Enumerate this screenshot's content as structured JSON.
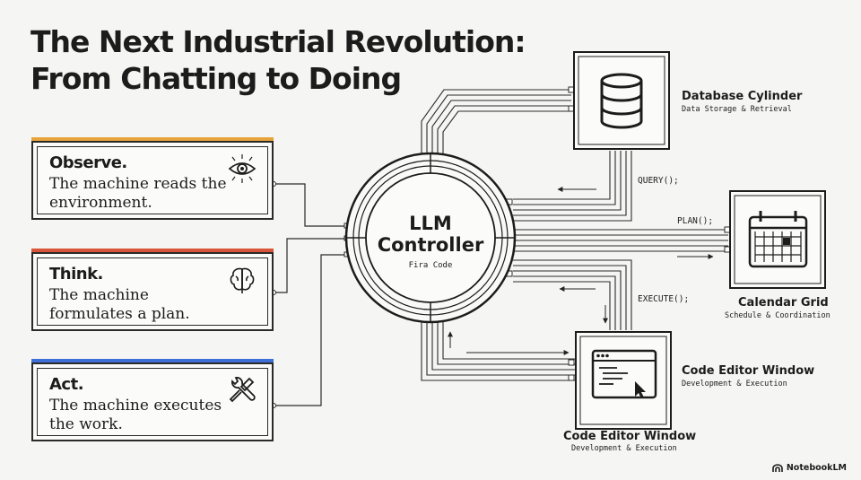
{
  "title": {
    "line1": "The Next Industrial Revolution:",
    "line2": "From Chatting to Doing"
  },
  "steps": [
    {
      "name": "Observe.",
      "description": "The machine reads the environment.",
      "icon": "eye-icon",
      "accent": "#e8a33b"
    },
    {
      "name": "Think.",
      "description": "The machine formulates a plan.",
      "icon": "brain-icon",
      "accent": "#d9553a"
    },
    {
      "name": "Act.",
      "description": "The machine executes the work.",
      "icon": "wrench-icon",
      "accent": "#3d6fd6"
    }
  ],
  "controller": {
    "title": "LLM Controller",
    "subtitle": "Fira Code"
  },
  "tools": {
    "database": {
      "name": "Database Cylinder",
      "subtitle": "Data Storage & Retrieval",
      "icon": "database-icon"
    },
    "calendar": {
      "name": "Calendar Grid",
      "subtitle": "Schedule & Coordination",
      "icon": "calendar-icon"
    },
    "editor_right": {
      "name": "Code Editor Window",
      "subtitle": "Development & Execution"
    },
    "editor_bottom": {
      "name": "Code Editor Window",
      "subtitle": "Development & Execution",
      "icon": "code-editor-icon"
    }
  },
  "calls": {
    "query": "QUERY();",
    "plan": "PLAN();",
    "execute": "EXECUTE();"
  },
  "brand": {
    "name": "NotebookLM",
    "icon": "notebooklm-logo-icon"
  }
}
